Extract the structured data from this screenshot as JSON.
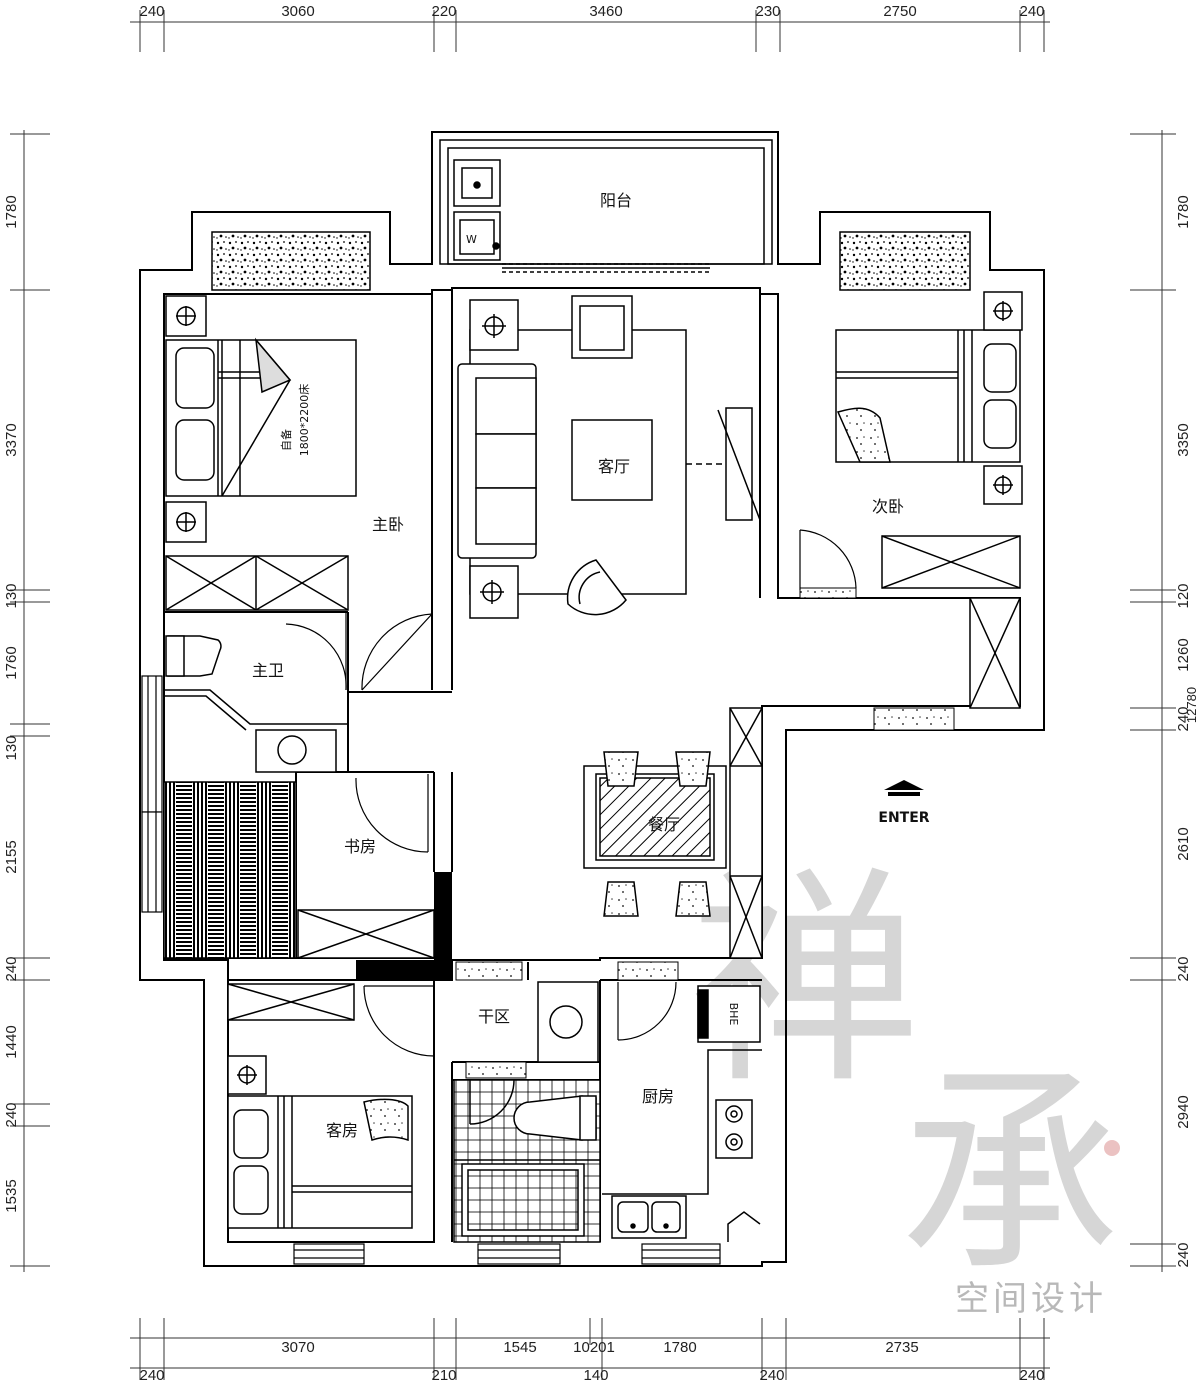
{
  "dimensions": {
    "top": [
      "240",
      "3060",
      "220",
      "3460",
      "230",
      "2750",
      "240"
    ],
    "bottom_upper": [
      "3070",
      "1545",
      "10201",
      "1780",
      "2735"
    ],
    "bottom_lower": [
      "240",
      "210",
      "140",
      "240",
      "240"
    ],
    "left": [
      "1780",
      "3370",
      "130",
      "1760",
      "130",
      "2155",
      "240",
      "1440",
      "240",
      "1535"
    ],
    "right": [
      "1780",
      "3350",
      "120",
      "1260",
      "240",
      "2610",
      "240",
      "2940",
      "240"
    ],
    "right_total": "12780"
  },
  "rooms": {
    "balcony": "阳台",
    "living_room": "客厅",
    "master_bedroom": "主卧",
    "second_bedroom": "次卧",
    "master_bath": "主卫",
    "study": "书房",
    "dining": "餐厅",
    "dry_area": "干区",
    "kitchen": "厨房",
    "guest_room": "客房"
  },
  "labels": {
    "bed_note_1": "自备",
    "bed_note_2": "1800*2200床",
    "enter": "ENTER",
    "washer_mark": "W",
    "fridge_mark": "BHE"
  },
  "watermark": {
    "logo_chars": [
      "禅",
      "承"
    ],
    "subtitle": "空间设计"
  }
}
